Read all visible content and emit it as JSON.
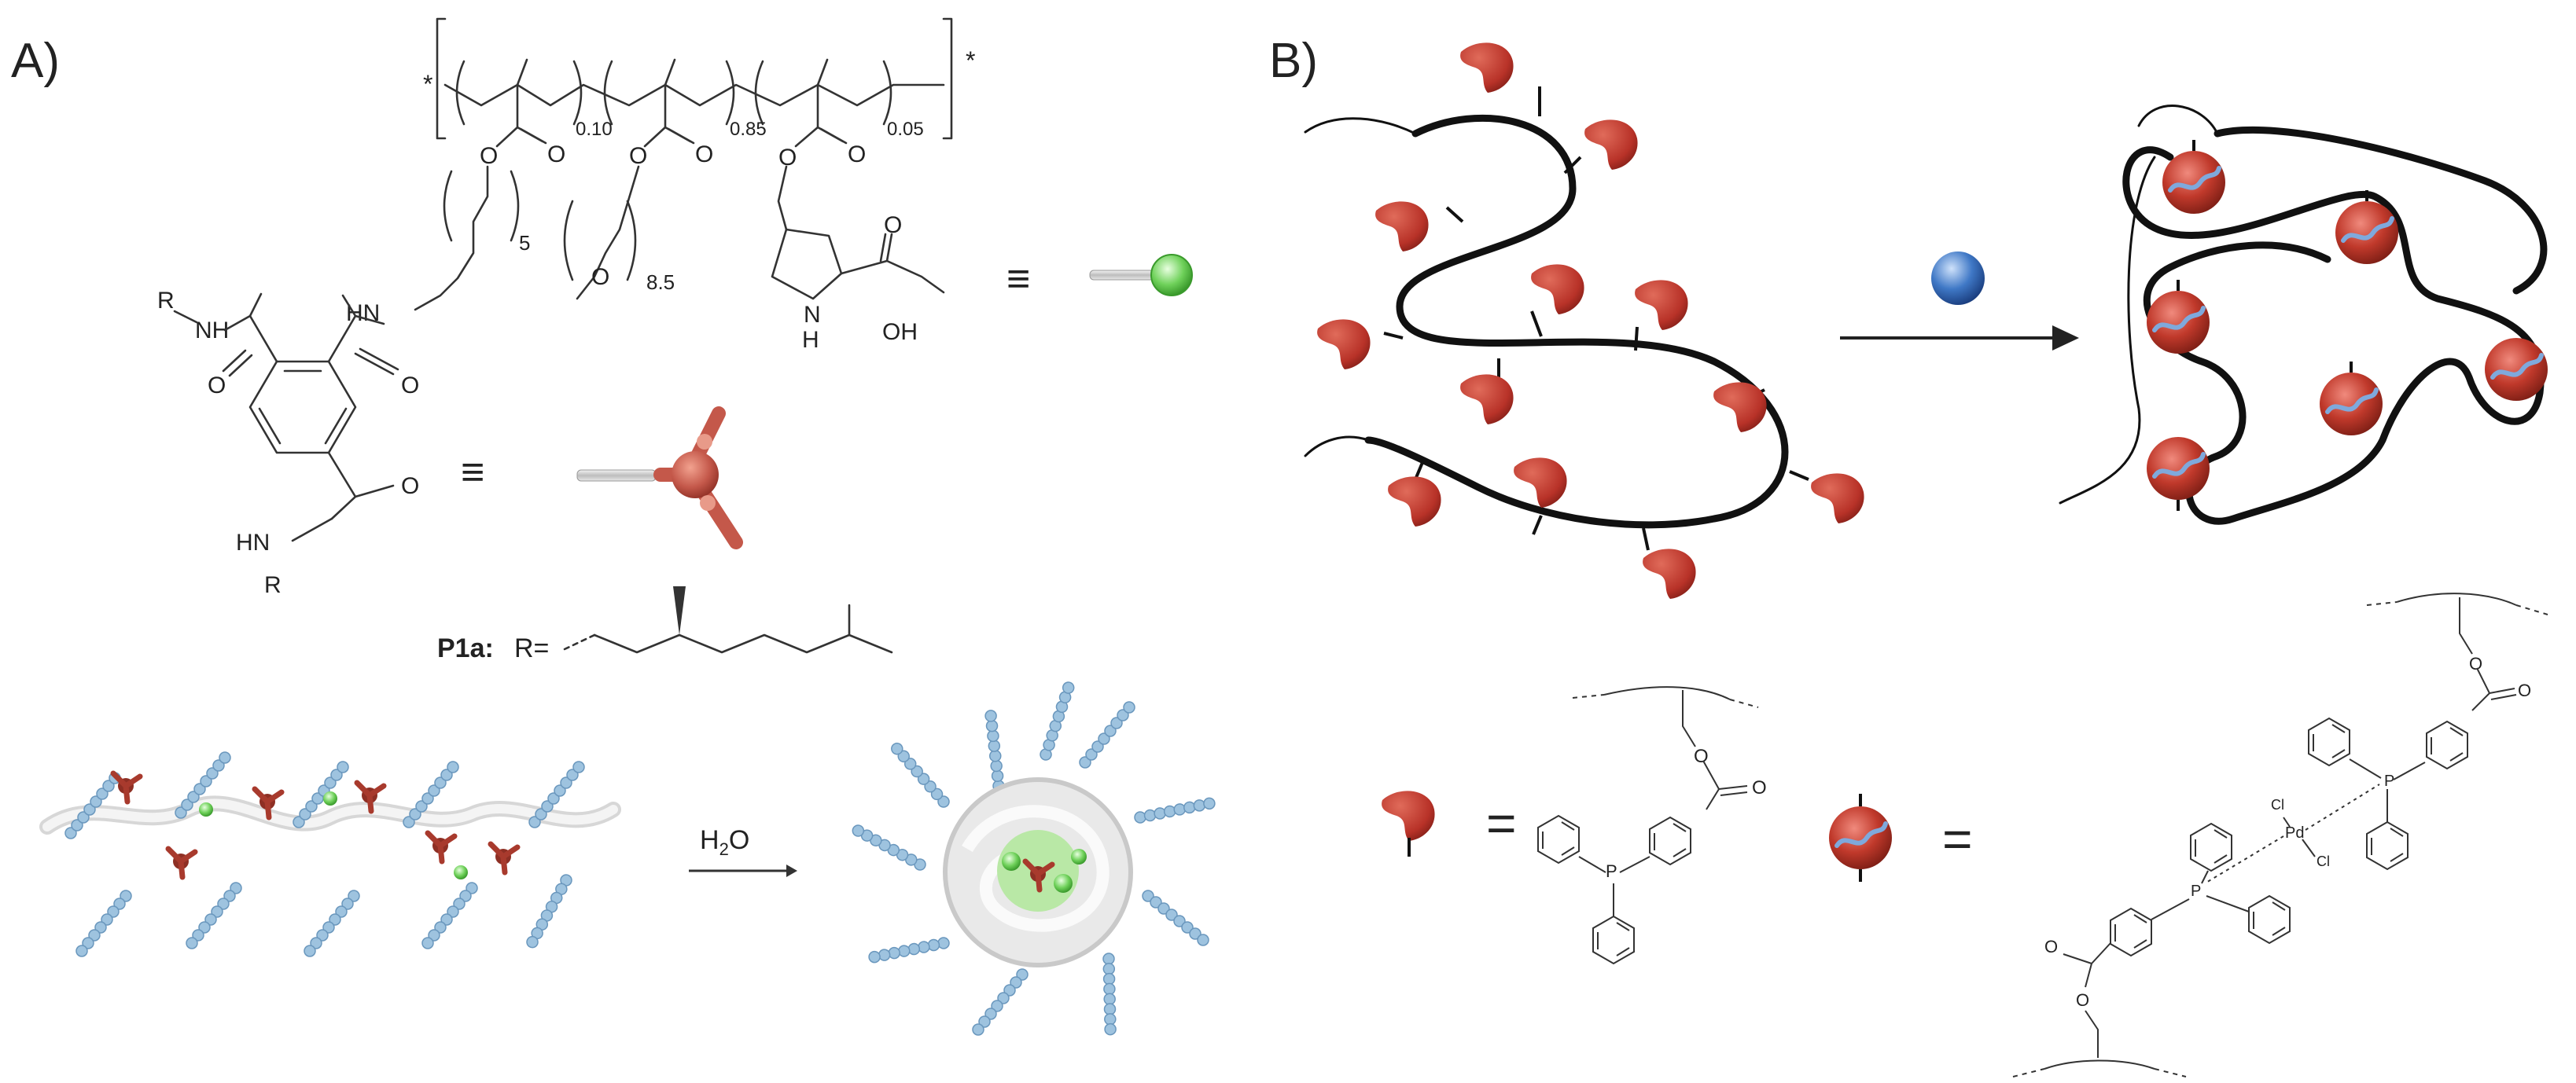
{
  "panels": {
    "a": {
      "label": "A)",
      "polymer": {
        "end_group": "*",
        "sub_010": "0.10",
        "sub_085": "0.85",
        "sub_005": "0.05",
        "linker_repeat": "5",
        "peg_repeat": "8.5"
      },
      "atoms": {
        "O": "O",
        "NH": "NH",
        "HN": "HN",
        "N_proline": "N",
        "H_proline": "H",
        "OH": "OH",
        "R": "R",
        "R_upper_nh": "NH"
      },
      "equiv_symbol": "≡",
      "p1a_label": "P1a:",
      "r_equals": "R=",
      "arrow_label_main": "H",
      "arrow_label_sub": "2",
      "arrow_label_tail": "O",
      "colors": {
        "btc_red": "#c0504d",
        "proline_green": "#5ec84b",
        "peg_blue": "#9ec3df",
        "backbone_white": "#e6e6e6"
      }
    },
    "b": {
      "label": "B)",
      "ligand_atom": "P",
      "pd_atom": "Pd",
      "cl_atom": "Cl",
      "o_atom": "O",
      "equals": "=",
      "colors": {
        "ligand_red": "#b83228",
        "metal_blue": "#2f68b4",
        "complex_red": "#c0392b",
        "stripe_blue": "#7fa9dc"
      }
    }
  }
}
